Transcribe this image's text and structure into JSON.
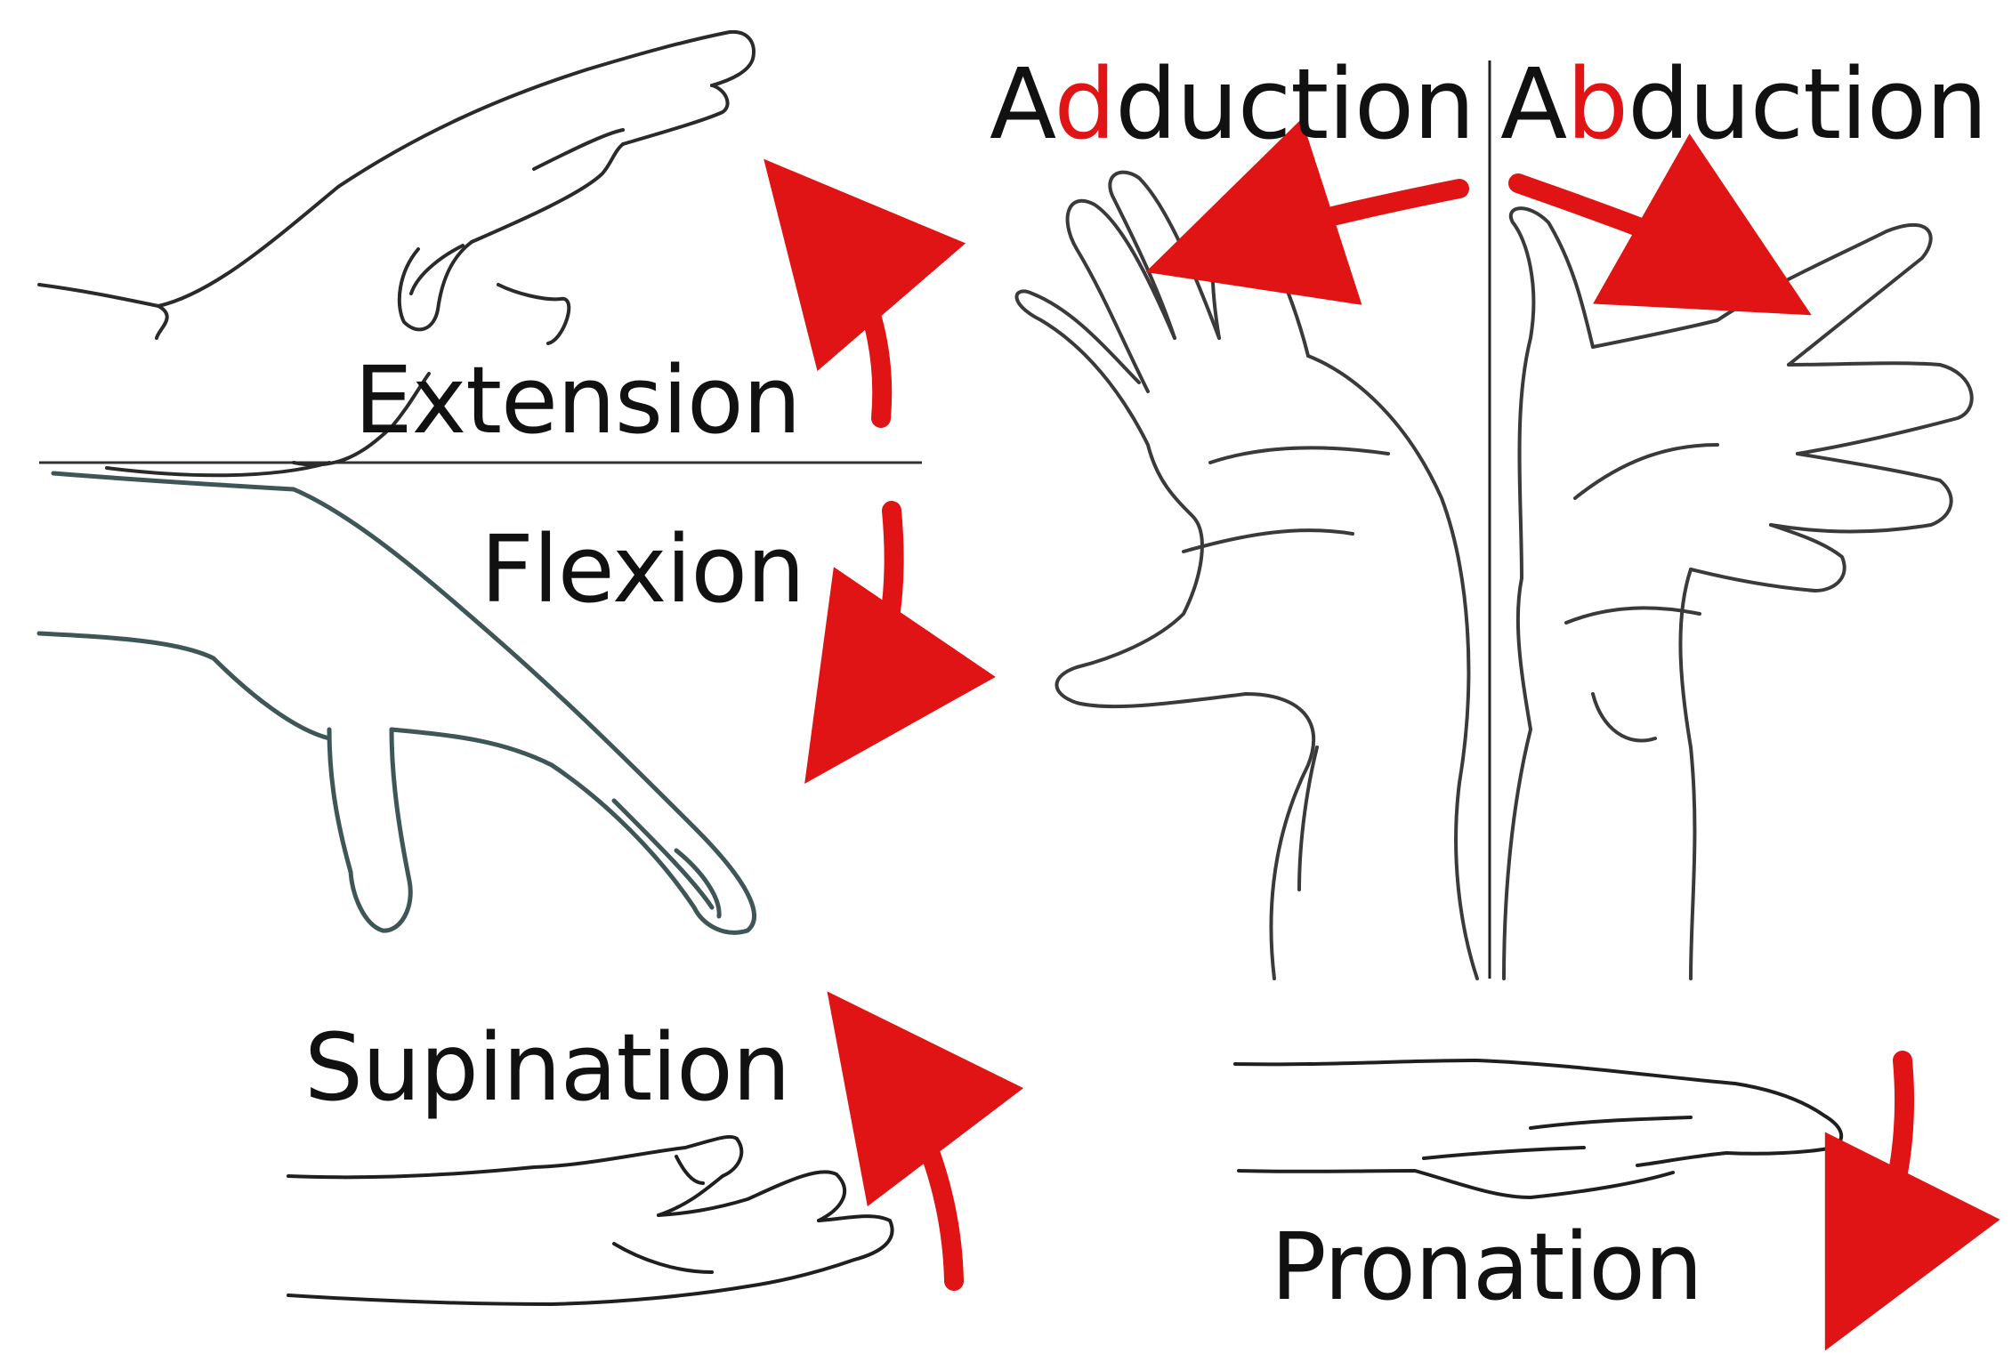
{
  "labels": {
    "extension": "Extension",
    "flexion": "Flexion",
    "supination": "Supination",
    "pronation": "Pronation",
    "adduction": {
      "first": "A",
      "highlight": "d",
      "rest": "duction"
    },
    "abduction": {
      "first": "A",
      "highlight": "b",
      "rest": "duction"
    }
  },
  "colors": {
    "arrow": "#e01414",
    "line": "#222222",
    "text": "#111111",
    "sketch": "#2a2a2a"
  },
  "icons": {
    "arrows": "curved-red-arrow"
  }
}
